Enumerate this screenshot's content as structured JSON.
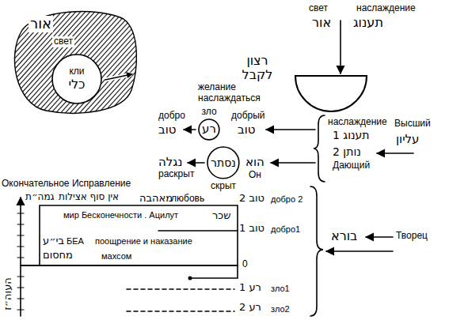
{
  "diagram": {
    "nodes": [
      {
        "text": [
          "אור",
          "свет"
        ]
      },
      {
        "text": [
          "кли",
          "כלי"
        ],
        "in": 0
      },
      {
        "text": [
          "зло",
          "רע"
        ]
      },
      {
        "text": [
          "נסתר",
          "скрыт"
        ]
      }
    ],
    "labels": [
      "свет",
      "наслаждение",
      "אור",
      "תענוג",
      "רצון לקבל",
      "желание наслаждаться",
      "добро",
      "טוב",
      "добрый",
      "טוב",
      "נגלה",
      "раскрыт",
      "הוא",
      "Он",
      "наслаждение",
      "1 תענוג",
      "2 נותן",
      "Дающий",
      "Высший",
      "עליון",
      "Окончательное Исправление",
      "גמה״ת",
      "אין סוף אצילות",
      "מאהבה",
      "любовь",
      "2 טוב",
      "добро 2",
      "мир Бесконечности . Ацилут",
      "שכר",
      "1 טוב",
      "добро1",
      "בי״ע",
      "БЕА",
      "поощрение и наказание",
      "מחסום",
      "махсом",
      "0",
      "1 רע",
      "зло1",
      "2 רע",
      "зло2",
      "העוה״ז",
      "בורא",
      "Творец"
    ]
  }
}
